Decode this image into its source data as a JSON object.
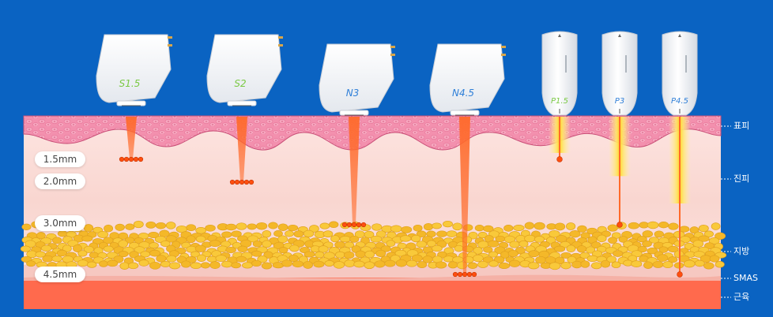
{
  "depth_labels": [
    "1.5mm",
    "2.0mm",
    "3.0mm",
    "4.5mm"
  ],
  "layer_labels": [
    "표피",
    "진피",
    "지방",
    "SMAS",
    "근육"
  ],
  "cartridges": [
    {
      "name": "S1.5",
      "color": "#7ac943",
      "depth_mm": 1.5,
      "type": "dots"
    },
    {
      "name": "S2",
      "color": "#7ac943",
      "depth_mm": 2.0,
      "type": "dots"
    },
    {
      "name": "N3",
      "color": "#2f7fd8",
      "depth_mm": 3.0,
      "type": "dots"
    },
    {
      "name": "N4.5",
      "color": "#2f7fd8",
      "depth_mm": 4.5,
      "type": "dots"
    }
  ],
  "pens": [
    {
      "name": "P1.5",
      "color": "#7ac943",
      "depth_mm": 1.5
    },
    {
      "name": "P3",
      "color": "#2f7fd8",
      "depth_mm": 3.0
    },
    {
      "name": "P4.5",
      "color": "#2f7fd8",
      "depth_mm": 4.5
    }
  ],
  "colors": {
    "background": "#0a63c2",
    "epidermis": "#f07fa0",
    "dermis": "#fbe3e0",
    "fat": "#f7c52f",
    "smas": "#f3b9b2",
    "muscle": "#ff6a4d",
    "beam": "#ff5a2a",
    "pen_glow": "#ffe34d"
  }
}
